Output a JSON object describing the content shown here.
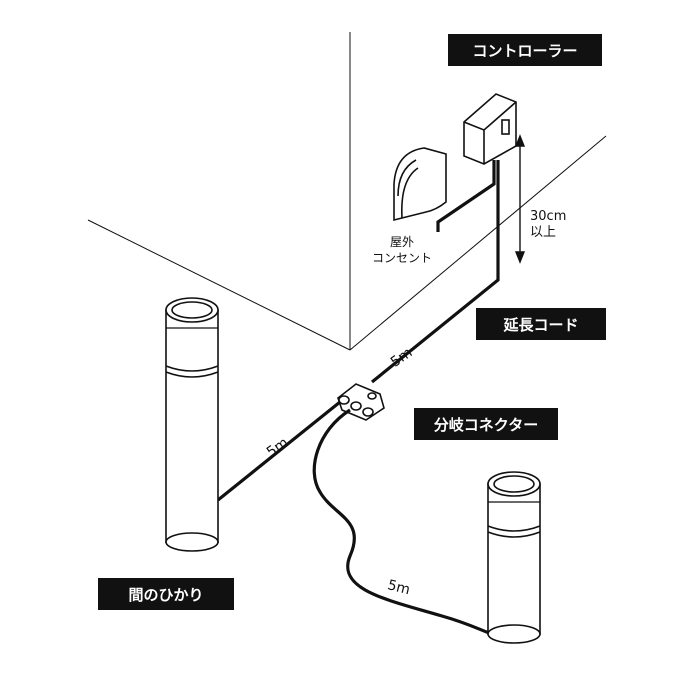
{
  "labels": {
    "controller": "コントローラー",
    "extension_cord": "延長コード",
    "branch_connector": "分岐コネクター",
    "light": "間のひかり",
    "outlet_line1": "屋外",
    "outlet_line2": "コンセント",
    "height_line1": "30cm",
    "height_line2": "以上",
    "dist_upper": "5m",
    "dist_left": "5m",
    "dist_right": "5m"
  },
  "colors": {
    "line": "#111111",
    "tag_bg": "#111111",
    "tag_text": "#ffffff",
    "background": "#ffffff"
  }
}
